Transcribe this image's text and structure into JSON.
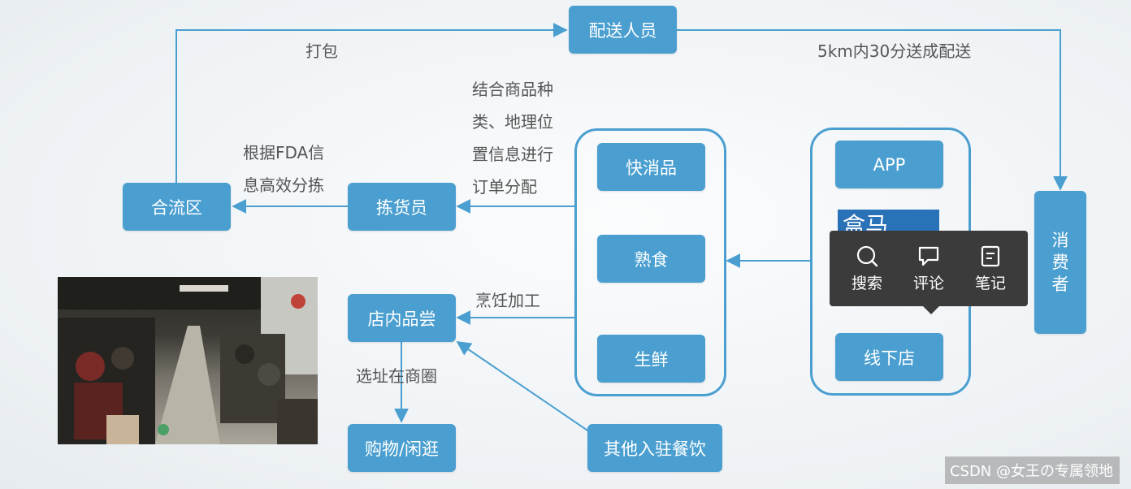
{
  "nodes": {
    "delivery": "配送人员",
    "merge": "合流区",
    "picker": "拣货员",
    "fmcg": "快消品",
    "cooked": "熟食",
    "fresh": "生鲜",
    "app": "APP",
    "offline": "线下店",
    "consumer": [
      "消",
      "费",
      "者"
    ],
    "tasting": "店内品尝",
    "shopping": "购物/闲逛",
    "other": "其他入驻餐饮"
  },
  "labels": {
    "pack": "打包",
    "delivery_promise": "5km内30分送成配送",
    "fda": [
      "根据FDA信",
      "息高效分拣"
    ],
    "allocation": [
      "结合商品种",
      "类、地理位",
      "置信息进行",
      "订单分配"
    ],
    "cooking": "烹饪加工",
    "site": "选址在商圈"
  },
  "logo_text": "盒马",
  "popup": {
    "items": [
      {
        "label": "搜索",
        "icon": "search-icon"
      },
      {
        "label": "评论",
        "icon": "comment-icon"
      },
      {
        "label": "笔记",
        "icon": "note-icon"
      }
    ]
  },
  "watermark": "CSDN @女王の专属领地",
  "colors": {
    "accent": "#4a9fd0",
    "popup_bg": "#3b3b3b"
  }
}
